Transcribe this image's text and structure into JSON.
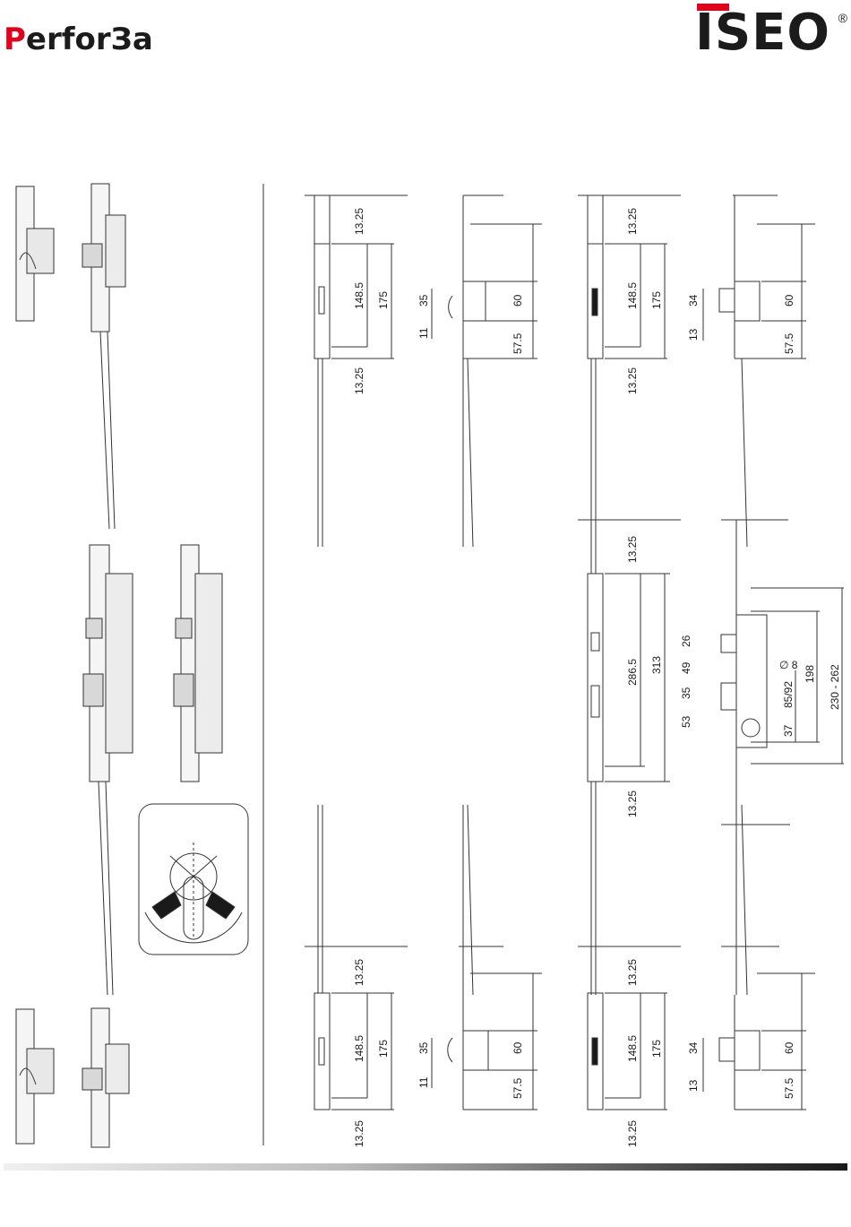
{
  "header": {
    "product_logo_first": "P",
    "product_logo_rest": "erforЗa",
    "brand_logo": "ISEO",
    "brand_registered": "®"
  },
  "colors": {
    "brand_red": "#e3001b",
    "ink": "#1a1a1a",
    "footer_gradient_end": "#1a1a1a"
  },
  "dimensions": {
    "lock_top": {
      "view1": {
        "offset_top": "13.25",
        "span": "148.5",
        "total": "175",
        "offset_bottom": "13.25"
      },
      "view2": {
        "hook_a": "35",
        "hook_b": "11",
        "depth": "60",
        "backset": "57.5"
      },
      "view3": {
        "offset_top": "13.25",
        "span": "148.5",
        "total": "175",
        "offset_bottom": "13.25"
      },
      "view4": {
        "latch_a": "34",
        "latch_b": "13",
        "depth": "60",
        "backset": "57.5"
      }
    },
    "lock_middle": {
      "offset_top": "13.25",
      "span": "286.5",
      "total": "313",
      "offset_bottom": "13.25",
      "latch_26": "26",
      "latch_49": "49",
      "latch_35": "35",
      "latch_53": "53",
      "diameter": "8",
      "spacing_8592": "85/92",
      "spacing_37": "37",
      "height_198": "198",
      "height_range": "230 - 262"
    },
    "lock_bottom": {
      "view1": {
        "offset_top": "13.25",
        "span": "148.5",
        "total": "175",
        "offset_bottom": "13.25"
      },
      "view2": {
        "hook_a": "35",
        "hook_b": "11",
        "depth": "60",
        "backset": "57.5"
      },
      "view3": {
        "offset_top": "13.25",
        "span": "148.5",
        "total": "175",
        "offset_bottom": "13.25"
      },
      "view4": {
        "latch_a": "34",
        "latch_b": "13",
        "depth": "60",
        "backset": "57.5"
      }
    }
  }
}
